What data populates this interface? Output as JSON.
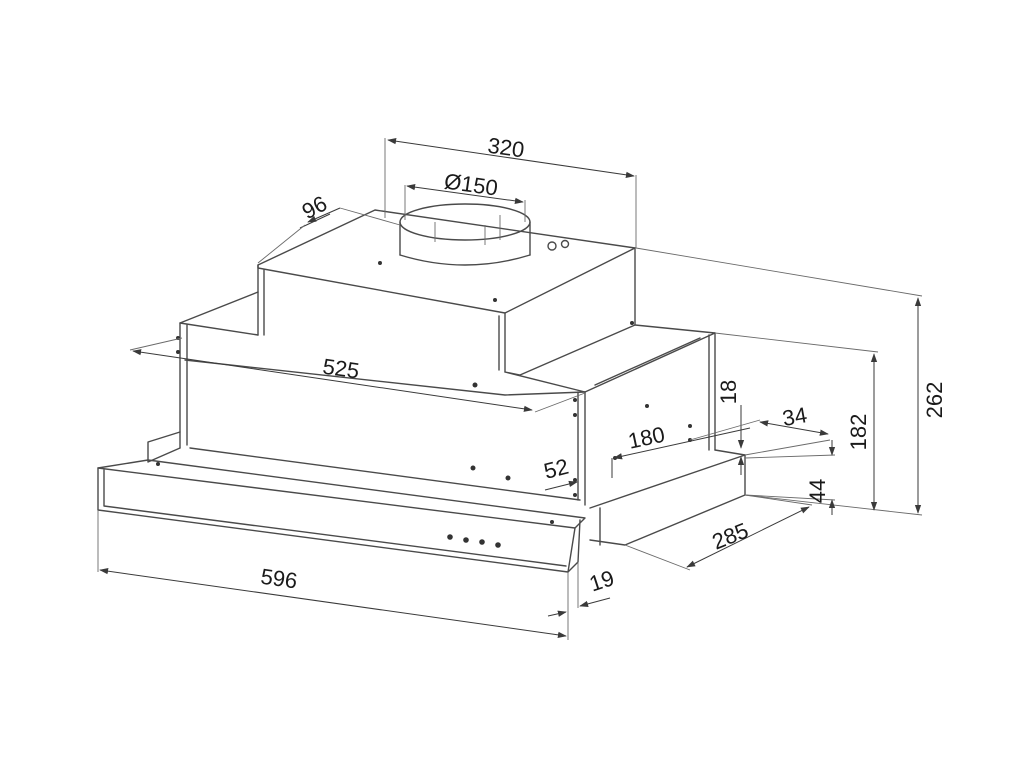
{
  "dimensions": {
    "top_width": "320",
    "duct_diameter": "Ø150",
    "duct_offset": "96",
    "inner_width": "525",
    "height_total": "262",
    "height_body": "182",
    "height_slider": "18",
    "offset_34": "34",
    "spacing_180": "180",
    "offset_52": "52",
    "height_44": "44",
    "depth": "285",
    "width_total": "596",
    "panel_thickness": "19"
  },
  "colors": {
    "line": "#4a4a4a",
    "dimension": "#3a3a3a",
    "text": "#1a1a1a",
    "background": "#ffffff"
  }
}
